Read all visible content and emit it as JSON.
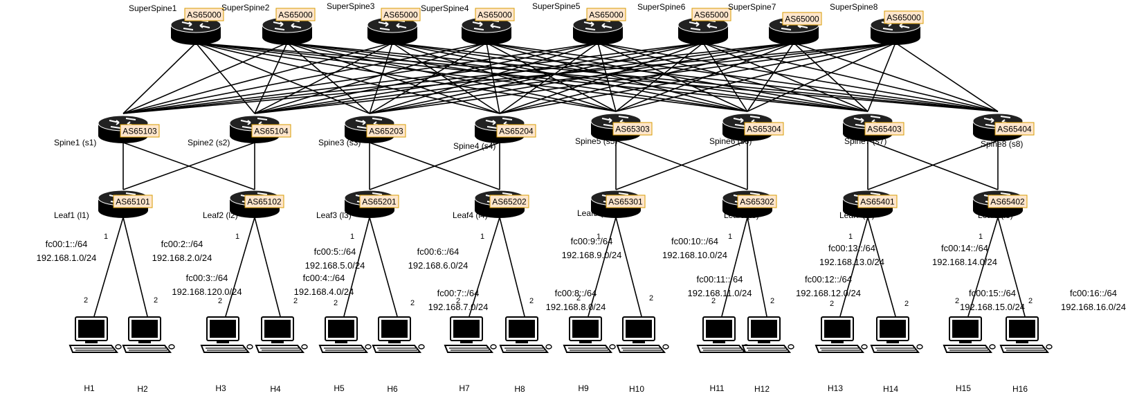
{
  "diagram": {
    "super_spines": [
      {
        "id": "ss1",
        "name": "SuperSpine1",
        "as": "AS65000"
      },
      {
        "id": "ss2",
        "name": "SuperSpine2",
        "as": "AS65000"
      },
      {
        "id": "ss3",
        "name": "SuperSpine3",
        "as": "AS65000"
      },
      {
        "id": "ss4",
        "name": "SuperSpine4",
        "as": "AS65000"
      },
      {
        "id": "ss5",
        "name": "SuperSpine5",
        "as": "AS65000"
      },
      {
        "id": "ss6",
        "name": "SuperSpine6",
        "as": "AS65000"
      },
      {
        "id": "ss7",
        "name": "SuperSpine7",
        "as": "AS65000"
      },
      {
        "id": "ss8",
        "name": "SuperSpine8",
        "as": "AS65000"
      }
    ],
    "spines": [
      {
        "id": "s1",
        "name": "Spine1 (s1)",
        "as": "AS65103"
      },
      {
        "id": "s2",
        "name": "Spine2 (s2)",
        "as": "AS65104"
      },
      {
        "id": "s3",
        "name": "Spine3 (s3)",
        "as": "AS65203"
      },
      {
        "id": "s4",
        "name": "Spine4 (s4)",
        "as": "AS65204"
      },
      {
        "id": "s5",
        "name": "Spine5 (s5)",
        "as": "AS65303"
      },
      {
        "id": "s6",
        "name": "Spine6 (s6)",
        "as": "AS65304"
      },
      {
        "id": "s7",
        "name": "Spine7 (s7)",
        "as": "AS65403"
      },
      {
        "id": "s8",
        "name": "Spine8 (s8)",
        "as": "AS65404"
      }
    ],
    "leaves": [
      {
        "id": "l1",
        "name": "Leaf1 (l1)",
        "as": "AS65101",
        "port": "1"
      },
      {
        "id": "l2",
        "name": "Leaf2 (l2)",
        "as": "AS65102",
        "port": "1"
      },
      {
        "id": "l3",
        "name": "Leaf3 (l3)",
        "as": "AS65201",
        "port": "1"
      },
      {
        "id": "l4",
        "name": "Leaf4 (l4)",
        "as": "AS65202",
        "port": "1"
      },
      {
        "id": "l5",
        "name": "Leaf5 (l5)",
        "as": "AS65301",
        "port": "1"
      },
      {
        "id": "l6",
        "name": "Leaf6 (l6)",
        "as": "AS65302",
        "port": "1"
      },
      {
        "id": "l7",
        "name": "Leaf7 (l7)",
        "as": "AS65401",
        "port": "1"
      },
      {
        "id": "l8",
        "name": "Leaf8 (l8)",
        "as": "AS65402",
        "port": "1"
      }
    ],
    "hosts": [
      {
        "id": "h1",
        "name": "H1",
        "port": "2"
      },
      {
        "id": "h2",
        "name": "H2",
        "port": "2"
      },
      {
        "id": "h3",
        "name": "H3",
        "port": "2"
      },
      {
        "id": "h4",
        "name": "H4",
        "port": "2"
      },
      {
        "id": "h5",
        "name": "H5",
        "port": "2"
      },
      {
        "id": "h6",
        "name": "H6",
        "port": "2"
      },
      {
        "id": "h7",
        "name": "H7",
        "port": "2"
      },
      {
        "id": "h8",
        "name": "H8",
        "port": "2"
      },
      {
        "id": "h9",
        "name": "H9",
        "port": "2"
      },
      {
        "id": "h10",
        "name": "H10",
        "port": "2"
      },
      {
        "id": "h11",
        "name": "H11",
        "port": "2"
      },
      {
        "id": "h12",
        "name": "H12",
        "port": "2"
      },
      {
        "id": "h13",
        "name": "H13",
        "port": "2"
      },
      {
        "id": "h14",
        "name": "H14",
        "port": "2"
      },
      {
        "id": "h15",
        "name": "H15",
        "port": "2"
      },
      {
        "id": "h16",
        "name": "H16",
        "port": "2"
      }
    ],
    "subnets": [
      {
        "ipv6": "fc00:1::/64",
        "ipv4": "192.168.1.0/24"
      },
      {
        "ipv6": "fc00:2::/64",
        "ipv4": "192.168.2.0/24"
      },
      {
        "ipv6": "fc00:3::/64",
        "ipv4": "192.168.120.0/24"
      },
      {
        "ipv6": "fc00:4::/64",
        "ipv4": "192.168.4.0/24"
      },
      {
        "ipv6": "fc00:5::/64",
        "ipv4": "192.168.5.0/24"
      },
      {
        "ipv6": "fc00:6::/64",
        "ipv4": "192.168.6.0/24"
      },
      {
        "ipv6": "fc00:7::/64",
        "ipv4": "192.168.7.0/24"
      },
      {
        "ipv6": "fc00:8::/64",
        "ipv4": "192.168.8.0/24"
      },
      {
        "ipv6": "fc00:9::/64",
        "ipv4": "192.168.9.0/24"
      },
      {
        "ipv6": "fc00:10::/64",
        "ipv4": "192.168.10.0/24"
      },
      {
        "ipv6": "fc00:11::/64",
        "ipv4": "192.168.11.0/24"
      },
      {
        "ipv6": "fc00:12::/64",
        "ipv4": "192.168.12.0/24"
      },
      {
        "ipv6": "fc00:13::/64",
        "ipv4": "192.168.13.0/24"
      },
      {
        "ipv6": "fc00:14::/64",
        "ipv4": "192.168.14.0/24"
      },
      {
        "ipv6": "fc00:15::/64",
        "ipv4": "192.168.15.0/24"
      },
      {
        "ipv6": "fc00:16::/64",
        "ipv4": "192.168.16.0/24"
      }
    ],
    "colors": {
      "as_box_fill": "#ffe6cc",
      "as_box_border": "#d79b00",
      "device": "#000000",
      "link": "#000000"
    },
    "icons": {
      "router": "router-icon",
      "host": "computer-icon"
    }
  }
}
